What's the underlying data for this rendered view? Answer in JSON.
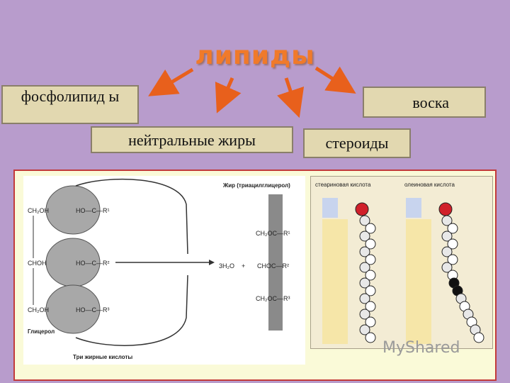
{
  "title": "липиды",
  "categories": {
    "phospholipids": "фосфолипид ы",
    "waxes": "воска",
    "neutral_fats": "нейтральные жиры",
    "steroids": "стероиды"
  },
  "diagram": {
    "fat_label": "Жир (триацилглицерол)",
    "glycerol_label": "Глицерол",
    "fatty_acids_label": "Три жирные кислоты",
    "glycerol_groups": [
      "CH₂OH",
      "CHOH",
      "CH₂OH"
    ],
    "acid_groups": [
      "HO—C—R¹",
      "HO—C—R²",
      "HO—C—R³"
    ],
    "water": "3H₂O",
    "plus": "+",
    "product_groups": [
      "CH₂OC—R¹",
      "CHOC—R²",
      "CH₂OC—R³"
    ]
  },
  "models": {
    "stearic": "стеариновая кислота",
    "oleic": "олеиновая кислота"
  },
  "watermark": "MyShared",
  "colors": {
    "background": "#b89ccc",
    "title": "#f07a2a",
    "box": "#e2d8b0",
    "panel_border": "#c23a3a"
  }
}
